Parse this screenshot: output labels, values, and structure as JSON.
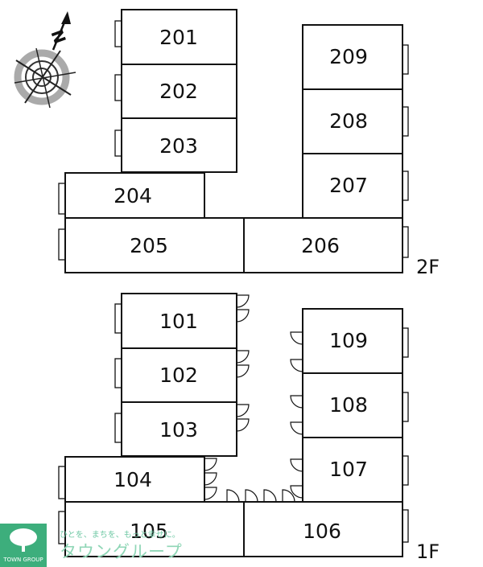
{
  "compass": {
    "north_label": "N"
  },
  "floors": [
    {
      "label": "2F",
      "rooms": [
        "201",
        "202",
        "203",
        "204",
        "205",
        "206",
        "207",
        "208",
        "209"
      ]
    },
    {
      "label": "1F",
      "rooms": [
        "101",
        "102",
        "103",
        "104",
        "105",
        "106",
        "107",
        "108",
        "109"
      ]
    }
  ],
  "watermark": {
    "tagline": "ひとを、まちを、もっと幸せに。",
    "company": "タウングループ",
    "logo_text": "TOWN GROUP",
    "logo_color": "#3dae7c"
  }
}
